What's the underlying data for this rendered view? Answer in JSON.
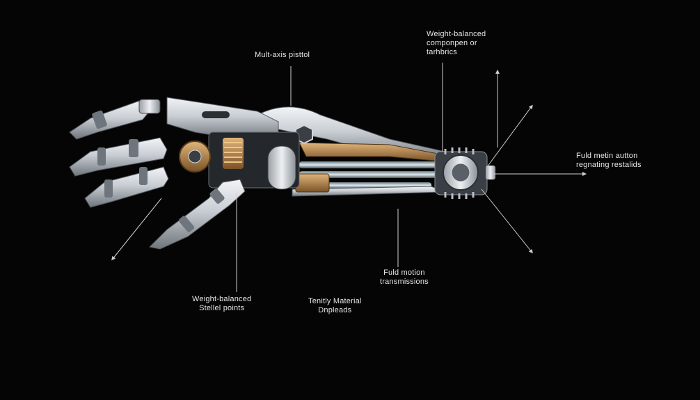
{
  "labels": {
    "multi_axis_pistol": [
      "Mult-axis pisttol"
    ],
    "weight_balanced_top": [
      "Weight-balanced",
      "componpen or",
      "tarhbrics"
    ],
    "fluid_right": [
      "Fuld metin autton",
      "regnating restalids"
    ],
    "fluid_motion": [
      "Fuld motion",
      "transmissions"
    ],
    "weight_balanced_bottom": [
      "Weight-balanced",
      "Stellel points"
    ],
    "tenitly_material": [
      "Tenitly Material",
      "Dnpleads"
    ]
  },
  "colors": {
    "background": "#050505",
    "metal_light": "#d9dde2",
    "metal_dark": "#6d737b",
    "bronze": "#b8874c",
    "pointer_line": "#cfcfcf"
  }
}
